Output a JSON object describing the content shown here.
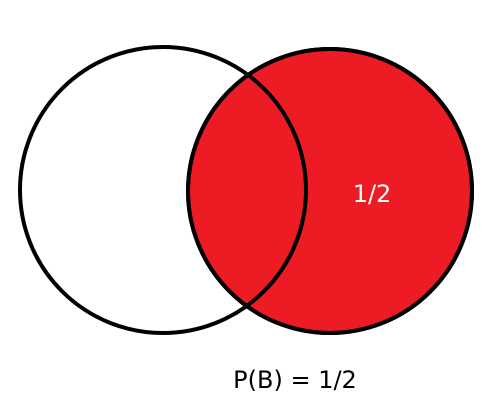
{
  "diagram": {
    "sets": [
      {
        "id": "A",
        "shaded": false
      },
      {
        "id": "B",
        "shaded": true
      }
    ],
    "region_label": "1/2",
    "caption": "P(B) = 1/2",
    "colors": {
      "fill": "#ed1c24",
      "stroke": "#000000",
      "background": "#ffffff",
      "label_text": "#ffffff",
      "caption_text": "#000000"
    }
  }
}
